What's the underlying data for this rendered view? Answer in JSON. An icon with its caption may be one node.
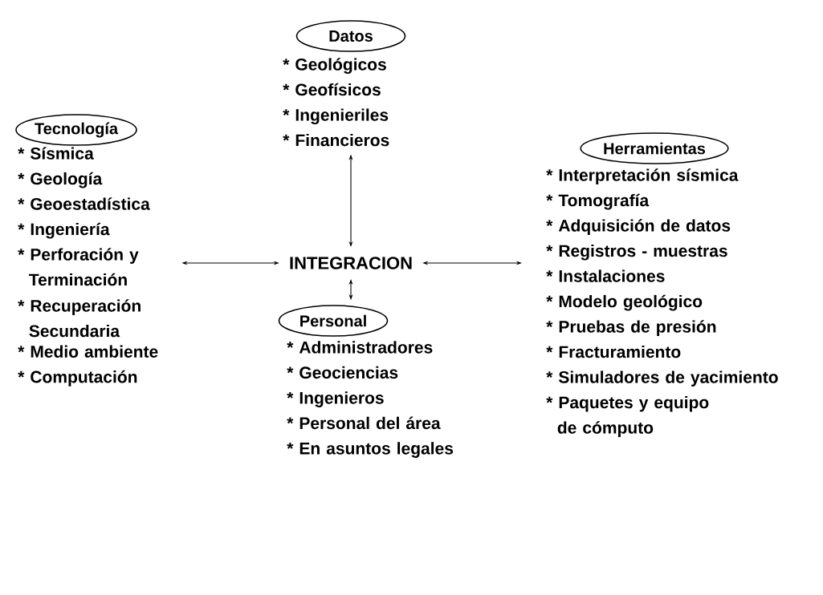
{
  "diagram": {
    "nodes": [
      {
        "text": [
          "Datos"
        ]
      },
      {
        "text": [
          "* Geológicos",
          "* Geofísicos",
          "* Ingenieriles",
          "* Financieros"
        ]
      },
      {
        "text": [
          "Tecnología"
        ]
      },
      {
        "text": [
          "* Sísmica",
          "* Geología",
          "* Geoestadística",
          "* Ingeniería",
          "* Perforación y Terminación",
          "* Recuperación Secundaria",
          "* Medio ambiente",
          "* Computación"
        ]
      },
      {
        "text": [
          "INTEGRACION"
        ]
      },
      {
        "text": [
          "Herramientas"
        ]
      },
      {
        "text": [
          "* Interpretación sísmica",
          "* Tomografía",
          "* Adquisición de datos",
          "* Registros - muestras",
          "* Instalaciones",
          "* Modelo geológico",
          "* Pruebas de presión",
          "* Fracturamiento",
          "* Simuladores de yacimiento",
          "* Paquetes y equipo de cómputo"
        ]
      },
      {
        "text": [
          "Personal"
        ]
      },
      {
        "text": [
          "* Administradores",
          "* Geociencias",
          "* Ingenieros",
          "* Personal del área",
          "* En asuntos legales"
        ]
      }
    ],
    "edges": [
      {
        "from": 4,
        "to": 1,
        "arrow": "both"
      },
      {
        "from": 4,
        "to": 3,
        "arrow": "both"
      },
      {
        "from": 4,
        "to": 6,
        "arrow": "both"
      },
      {
        "from": 4,
        "to": 7,
        "arrow": "both"
      }
    ]
  }
}
